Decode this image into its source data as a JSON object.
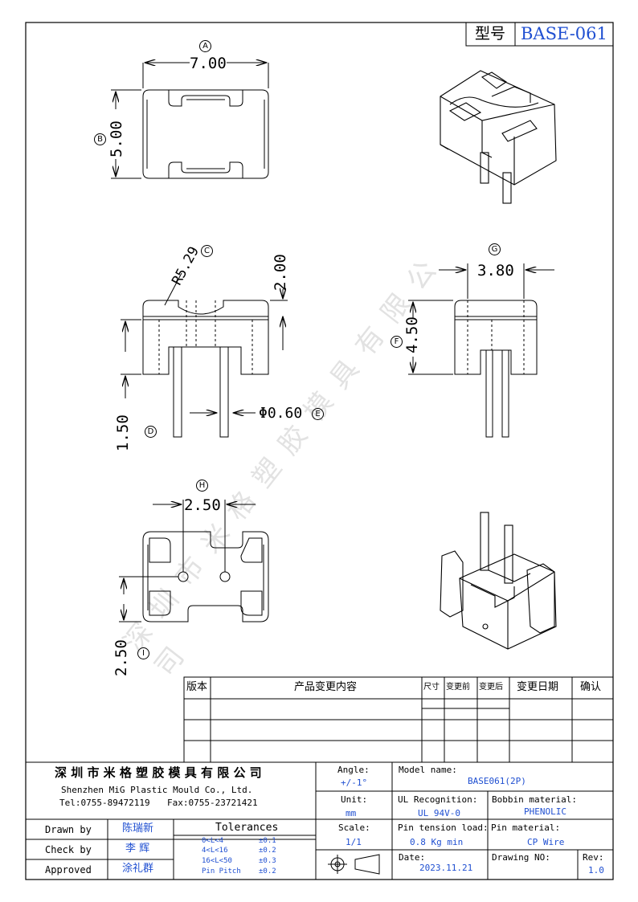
{
  "title_block": {
    "model_label": "型号",
    "model_value": "BASE-061"
  },
  "watermark": "深圳市米格塑胶模具有限公司",
  "dimensions": {
    "A": {
      "marker": "A",
      "value": "7.00"
    },
    "B": {
      "marker": "B",
      "value": "5.00"
    },
    "C": {
      "marker": "C",
      "value": "R5.29"
    },
    "top_height": {
      "value": "2.00"
    },
    "D": {
      "marker": "D",
      "value": "1.50"
    },
    "E": {
      "marker": "E",
      "value": "Φ0.60"
    },
    "G": {
      "marker": "G",
      "value": "3.80"
    },
    "F": {
      "marker": "F",
      "value": "4.50"
    },
    "H": {
      "marker": "H",
      "value": "2.50"
    },
    "I": {
      "marker": "I",
      "value": "2.50"
    }
  },
  "revision_table": {
    "headers": [
      "版本",
      "产品变更内容",
      "尺寸",
      "变更前",
      "变更后",
      "变更日期",
      "确认"
    ]
  },
  "company": {
    "name_cn": "深 圳 市 米 格 塑 胶 模 具 有 限 公 司",
    "name_en": "Shenzhen MiG Plastic Mould Co., Ltd.",
    "tel": "Tel:0755-89472119",
    "fax": "Fax:0755-23721421"
  },
  "info": {
    "angle_label": "Angle:",
    "angle_value": "+/-1°",
    "unit_label": "Unit:",
    "unit_value": "mm",
    "scale_label": "Scale:",
    "scale_value": "1/1",
    "model_name_label": "Model name:",
    "model_name_value": "BASE061(2P)",
    "ul_label": "UL Recognition:",
    "ul_value": "UL 94V-0",
    "bobbin_label": "Bobbin material:",
    "bobbin_value": "PHENOLIC",
    "pin_tension_label": "Pin tension load:",
    "pin_tension_value": "0.8 Kg min",
    "pin_material_label": "Pin material:",
    "pin_material_value": "CP Wire",
    "date_label": "Date:",
    "date_value": "2023.11.21",
    "drawing_no_label": "Drawing NO:",
    "rev_label": "Rev:",
    "rev_value": "1.0"
  },
  "signoff": {
    "drawn_label": "Drawn by",
    "drawn_name": "陈瑞新",
    "check_label": "Check by",
    "check_name": "李 辉",
    "approved_label": "Approved",
    "approved_name": "涂礼群"
  },
  "tolerances": {
    "title": "Tolerances",
    "rows": [
      {
        "range": "0<L<4",
        "tol": "±0.1"
      },
      {
        "range": "4<L<16",
        "tol": "±0.2"
      },
      {
        "range": "16<L<50",
        "tol": "±0.3"
      },
      {
        "range": "Pin Pitch",
        "tol": "±0.2"
      }
    ]
  }
}
